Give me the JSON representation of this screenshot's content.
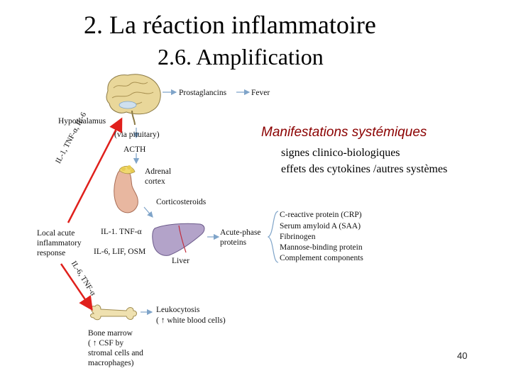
{
  "slide": {
    "title": "2. La réaction inflammatoire",
    "subtitle": "2.6. Amplification",
    "page_number": "40"
  },
  "panel": {
    "heading": "Manifestations systémiques",
    "bullets": [
      "signes clinico-biologiques",
      "effets des cytokines /autres systèmes"
    ]
  },
  "diagram": {
    "prostaglandins": "Prostaglancins",
    "fever": "Fever",
    "hypothalamus": "Hypothalamus",
    "via_pituitary": "(via pituitary)",
    "acth": "ACTH",
    "adrenal_1": "Adrenal",
    "adrenal_2": "cortex",
    "corticosteroids": "Corticosteroids",
    "local_1": "Local acute",
    "local_2": "inflammatory",
    "local_3": "response",
    "cyto_1": "IL-1. TNF-α",
    "cyto_2": "IL-6, LIF, OSM",
    "acute_1": "Acute-phase",
    "acute_2": "proteins",
    "liver": "Liver",
    "proteins": [
      "C-reactive protein (CRP)",
      "Serum amyloid A (SAA)",
      "Fibrinogen",
      "Mannose-binding protein",
      "Complement components"
    ],
    "leuko_1": "Leukocytosis",
    "leuko_2": "( ↑  white blood cells)",
    "bone_1": "Bone marrow",
    "bone_2": "( ↑  CSF by",
    "bone_3": "stromal cells and",
    "bone_4": "macrophages)",
    "arrow_up_label": "IL-1, TNF-α, IL-6",
    "arrow_down_label": "IL-6, TNF-α"
  },
  "colors": {
    "red_arrow": "#e0201c",
    "blue_arrow": "#7fa4c9",
    "heading": "#8b0000",
    "brain": "#e9d79a",
    "adrenal": "#e8b7a0",
    "liver": "#b3a3c9",
    "bone": "#efe1b0"
  }
}
